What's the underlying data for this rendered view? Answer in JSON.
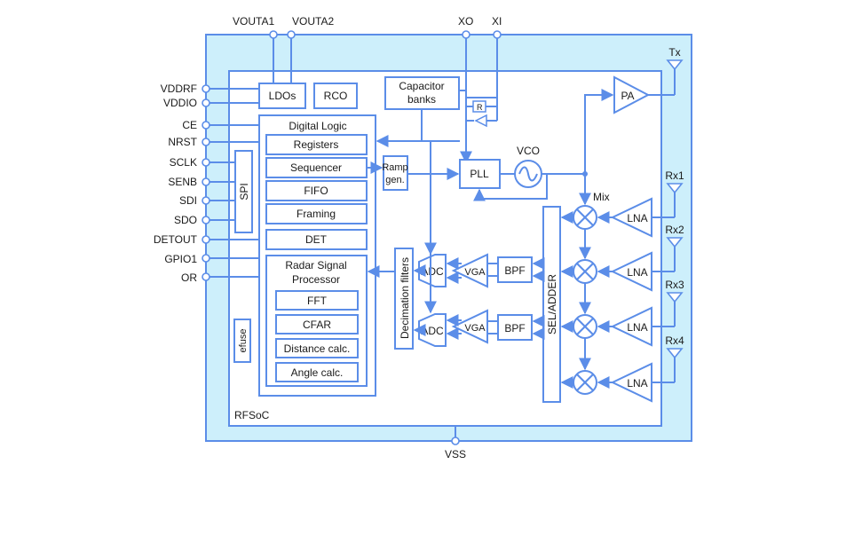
{
  "colors": {
    "outer_fill": "#cdeffb",
    "line": "#5b8de8",
    "text": "#1a1a1a",
    "background": "#ffffff"
  },
  "pins": {
    "top": [
      "VOUTA1",
      "VOUTA2",
      "XO",
      "XI"
    ],
    "left": [
      "VDDRF",
      "VDDIO",
      "CE",
      "NRST",
      "SCLK",
      "SENB",
      "SDI",
      "SDO",
      "DETOUT",
      "GPIO1",
      "OR"
    ],
    "bottom": "VSS",
    "antennas": [
      "Tx",
      "Rx1",
      "Rx2",
      "Rx3",
      "Rx4"
    ]
  },
  "chip_label": "RFSoC",
  "blocks": {
    "ldos": "LDOs",
    "rco": "RCO",
    "capacitor_banks": [
      "Capacitor",
      "banks"
    ],
    "resistor": "R",
    "digital_logic": "Digital Logic",
    "registers": "Registers",
    "sequencer": "Sequencer",
    "fifo": "FIFO",
    "framing": "Framing",
    "det": "DET",
    "spi": "SPI",
    "efuse": "efuse",
    "rsp_title": [
      "Radar Signal",
      "Processor"
    ],
    "fft": "FFT",
    "cfar": "CFAR",
    "distance_calc": "Distance calc.",
    "angle_calc": "Angle calc.",
    "ramp_gen": [
      "Ramp",
      "gen."
    ],
    "decimation_filters": "Decimation filters",
    "pll": "PLL",
    "vco": "VCO",
    "pa": "PA",
    "mix": "Mix",
    "adc": "ADC",
    "vga": "VGA",
    "bpf": "BPF",
    "sel_adder": "SEL/ADDER",
    "lna": "LNA"
  }
}
